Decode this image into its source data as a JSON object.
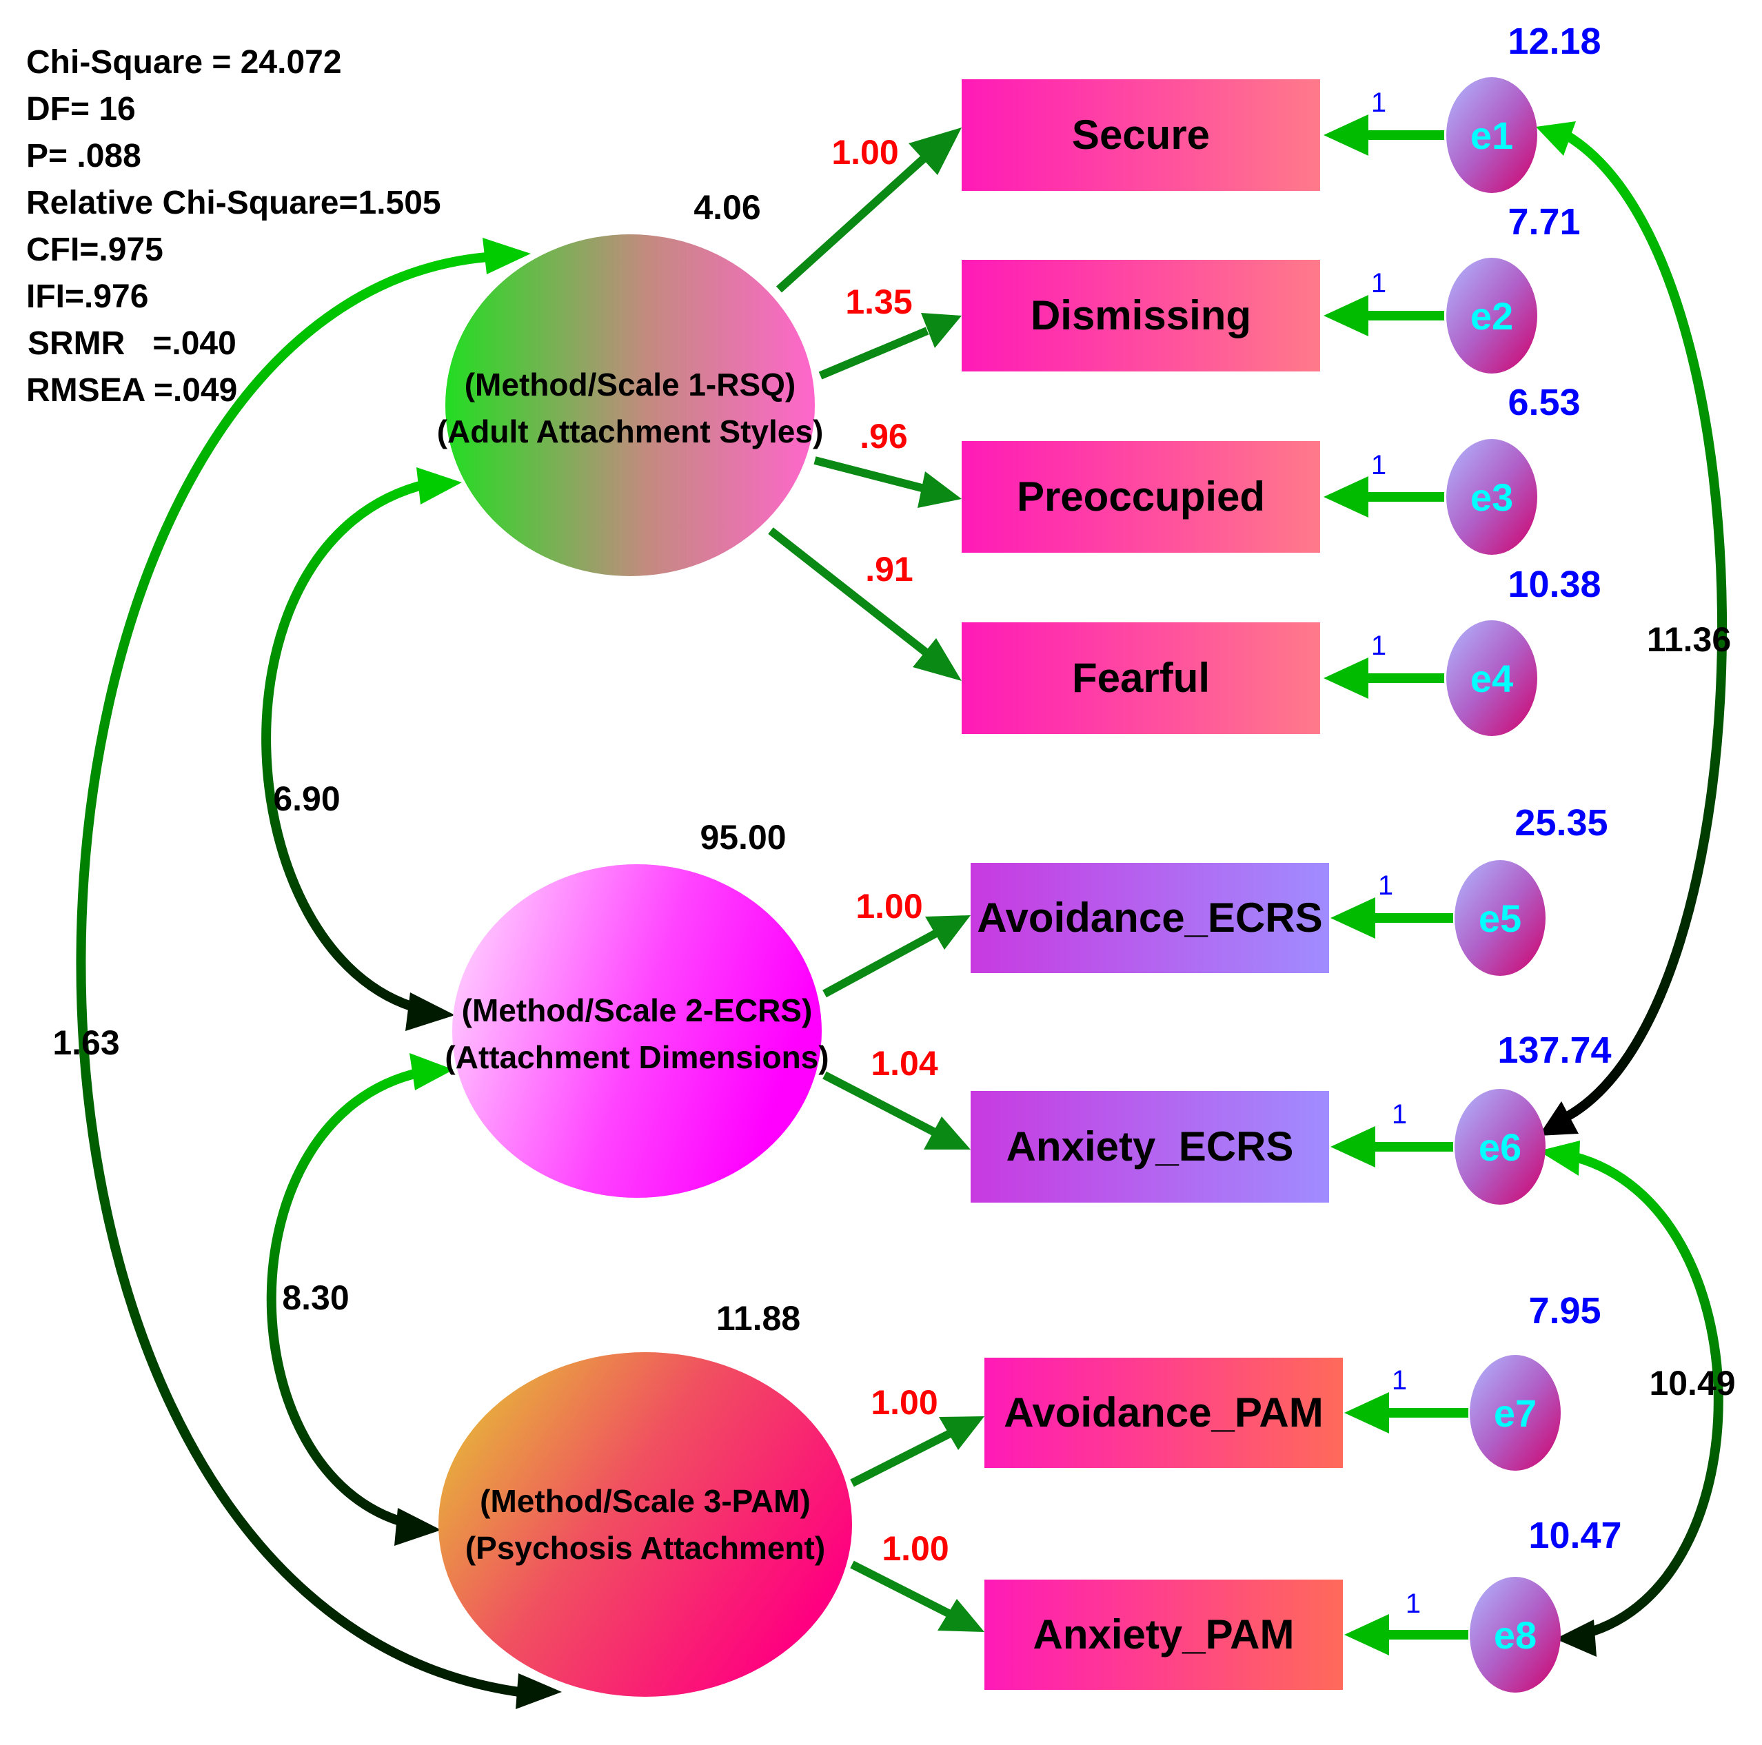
{
  "fit_stats": [
    "Chi-Square = 24.072",
    "DF= 16",
    "P= .088",
    "Relative Chi-Square=1.505",
    "CFI=.975",
    "IFI=.976",
    "SRMR   =.040",
    "RMSEA =.049"
  ],
  "latents": [
    {
      "line1": "(Method/Scale 1-RSQ)",
      "line2": "(Adult Attachment Styles)",
      "variance": "4.06"
    },
    {
      "line1": "(Method/Scale 2-ECRS)",
      "line2": "(Attachment Dimensions)",
      "variance": "95.00"
    },
    {
      "line1": "(Method/Scale 3-PAM)",
      "line2": "(Psychosis Attachment)",
      "variance": "11.88"
    }
  ],
  "indicators": [
    {
      "label": "Secure",
      "loading": "1.00",
      "error": "e1",
      "error_variance": "12.18",
      "error_path": "1"
    },
    {
      "label": "Dismissing",
      "loading": "1.35",
      "error": "e2",
      "error_variance": "7.71",
      "error_path": "1"
    },
    {
      "label": "Preoccupied",
      "loading": ".96",
      "error": "e3",
      "error_variance": "6.53",
      "error_path": "1"
    },
    {
      "label": "Fearful",
      "loading": ".91",
      "error": "e4",
      "error_variance": "10.38",
      "error_path": "1"
    },
    {
      "label": "Avoidance_ECRS",
      "loading": "1.00",
      "error": "e5",
      "error_variance": "25.35",
      "error_path": "1"
    },
    {
      "label": "Anxiety_ECRS",
      "loading": "1.04",
      "error": "e6",
      "error_variance": "137.74",
      "error_path": "1"
    },
    {
      "label": "Avoidance_PAM",
      "loading": "1.00",
      "error": "e7",
      "error_variance": "7.95",
      "error_path": "1"
    },
    {
      "label": "Anxiety_PAM",
      "loading": "1.00",
      "error": "e8",
      "error_variance": "10.47",
      "error_path": "1"
    }
  ],
  "covariances": {
    "rsq_ecrs": "6.90",
    "ecrs_pam": "8.30",
    "rsq_pam": "1.63",
    "e1_e6": "11.36",
    "e6_e8": "10.49"
  },
  "colors": {
    "path_green": "#00bb00",
    "dark_green": "#006400",
    "loading_red": "#ff0000",
    "error_blue": "#0000ff",
    "error_label_cyan": "#00ffff"
  }
}
